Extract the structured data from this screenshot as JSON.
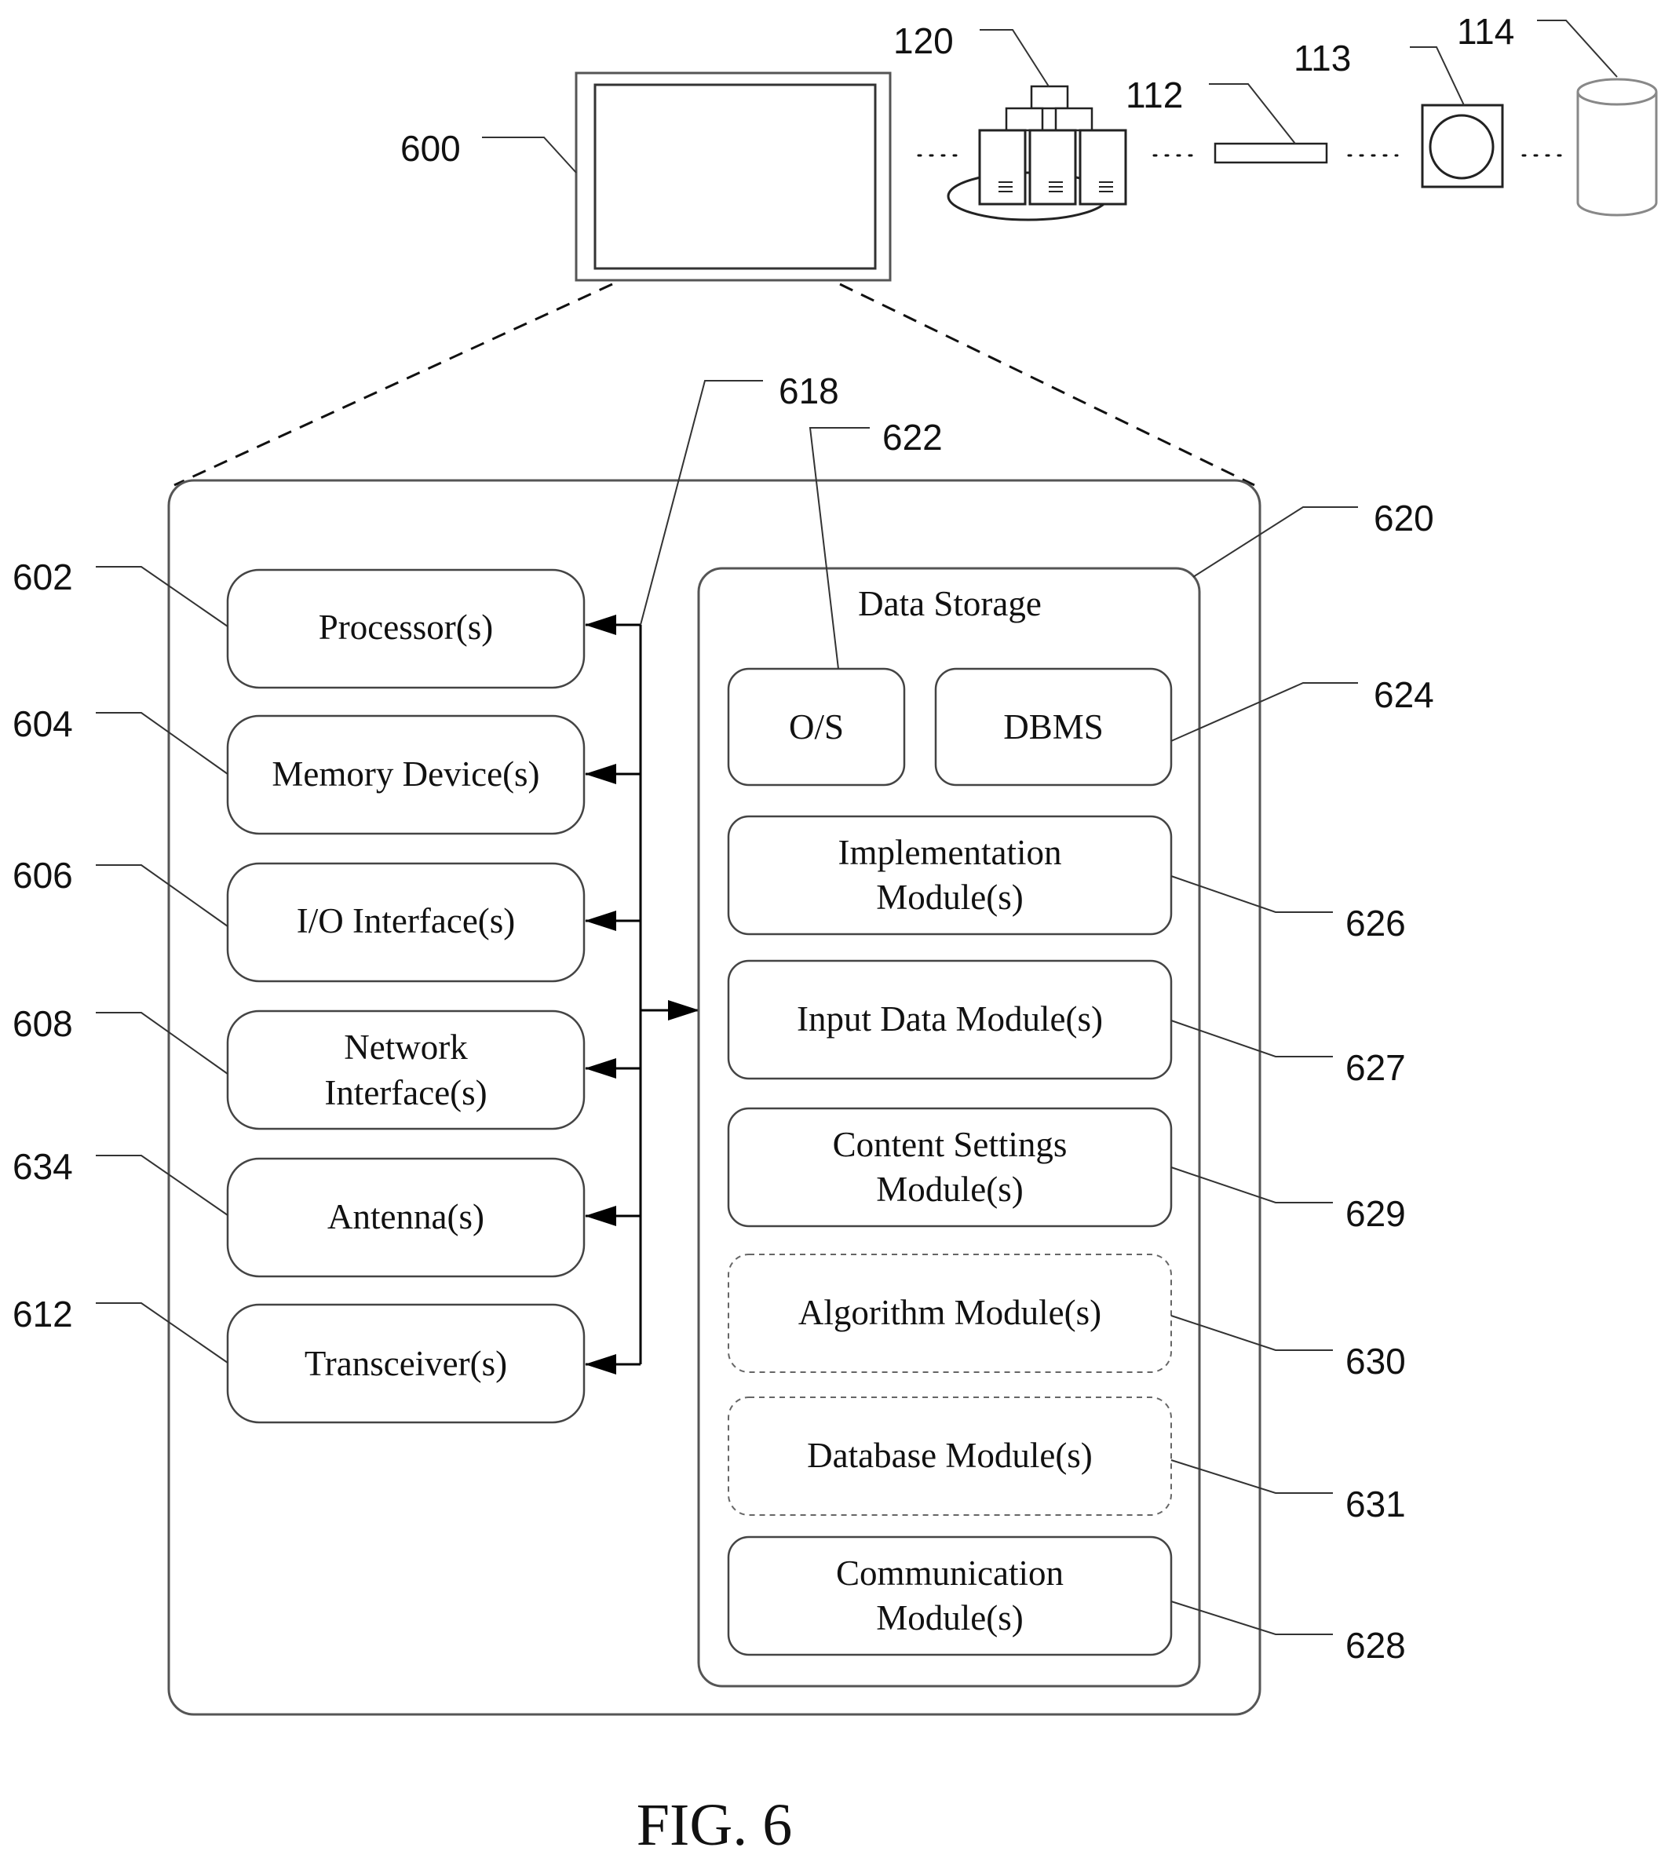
{
  "figure_label": "FIG. 6",
  "refs": {
    "device": "600",
    "servers": "120",
    "network": "112",
    "camera": "113",
    "datastore": "114",
    "bus": "618",
    "os": "622",
    "data_storage": "620",
    "processor": "602",
    "memory": "604",
    "io": "606",
    "network_interface": "608",
    "antenna": "634",
    "transceiver": "612",
    "dbms": "624",
    "implementation": "626",
    "input_data": "627",
    "content_settings": "629",
    "algorithm": "630",
    "database": "631",
    "communication": "628"
  },
  "left_blocks": {
    "processor": "Processor(s)",
    "memory": "Memory Device(s)",
    "io": "I/O Interface(s)",
    "network_line1": "Network",
    "network_line2": "Interface(s)",
    "antenna": "Antenna(s)",
    "transceiver": "Transceiver(s)"
  },
  "data_storage": {
    "title": "Data Storage",
    "os": "O/S",
    "dbms": "DBMS",
    "implementation_line1": "Implementation",
    "implementation_line2": "Module(s)",
    "input_data": "Input Data Module(s)",
    "content_settings_line1": "Content Settings",
    "content_settings_line2": "Module(s)",
    "algorithm": "Algorithm Module(s)",
    "database": "Database Module(s)",
    "communication_line1": "Communication",
    "communication_line2": "Module(s)"
  }
}
